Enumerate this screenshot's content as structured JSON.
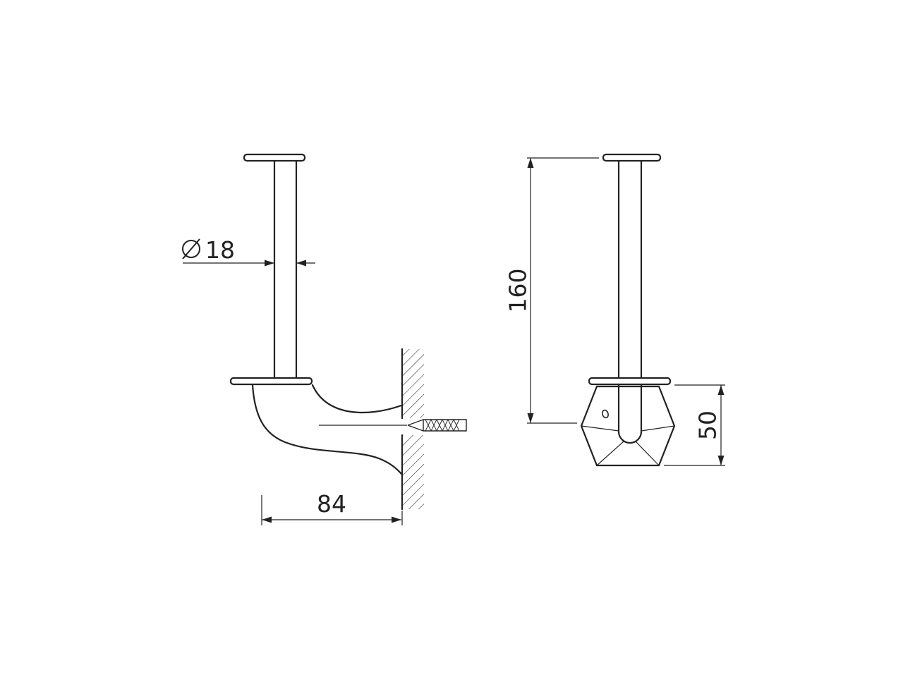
{
  "drawing": {
    "background": "#ffffff",
    "line_color": "#222222",
    "dimensions": {
      "rod_diameter": {
        "symbol": "⌀",
        "value": "18"
      },
      "bracket_depth": "84",
      "overall_height": "160",
      "escutcheon_width": "50"
    }
  }
}
